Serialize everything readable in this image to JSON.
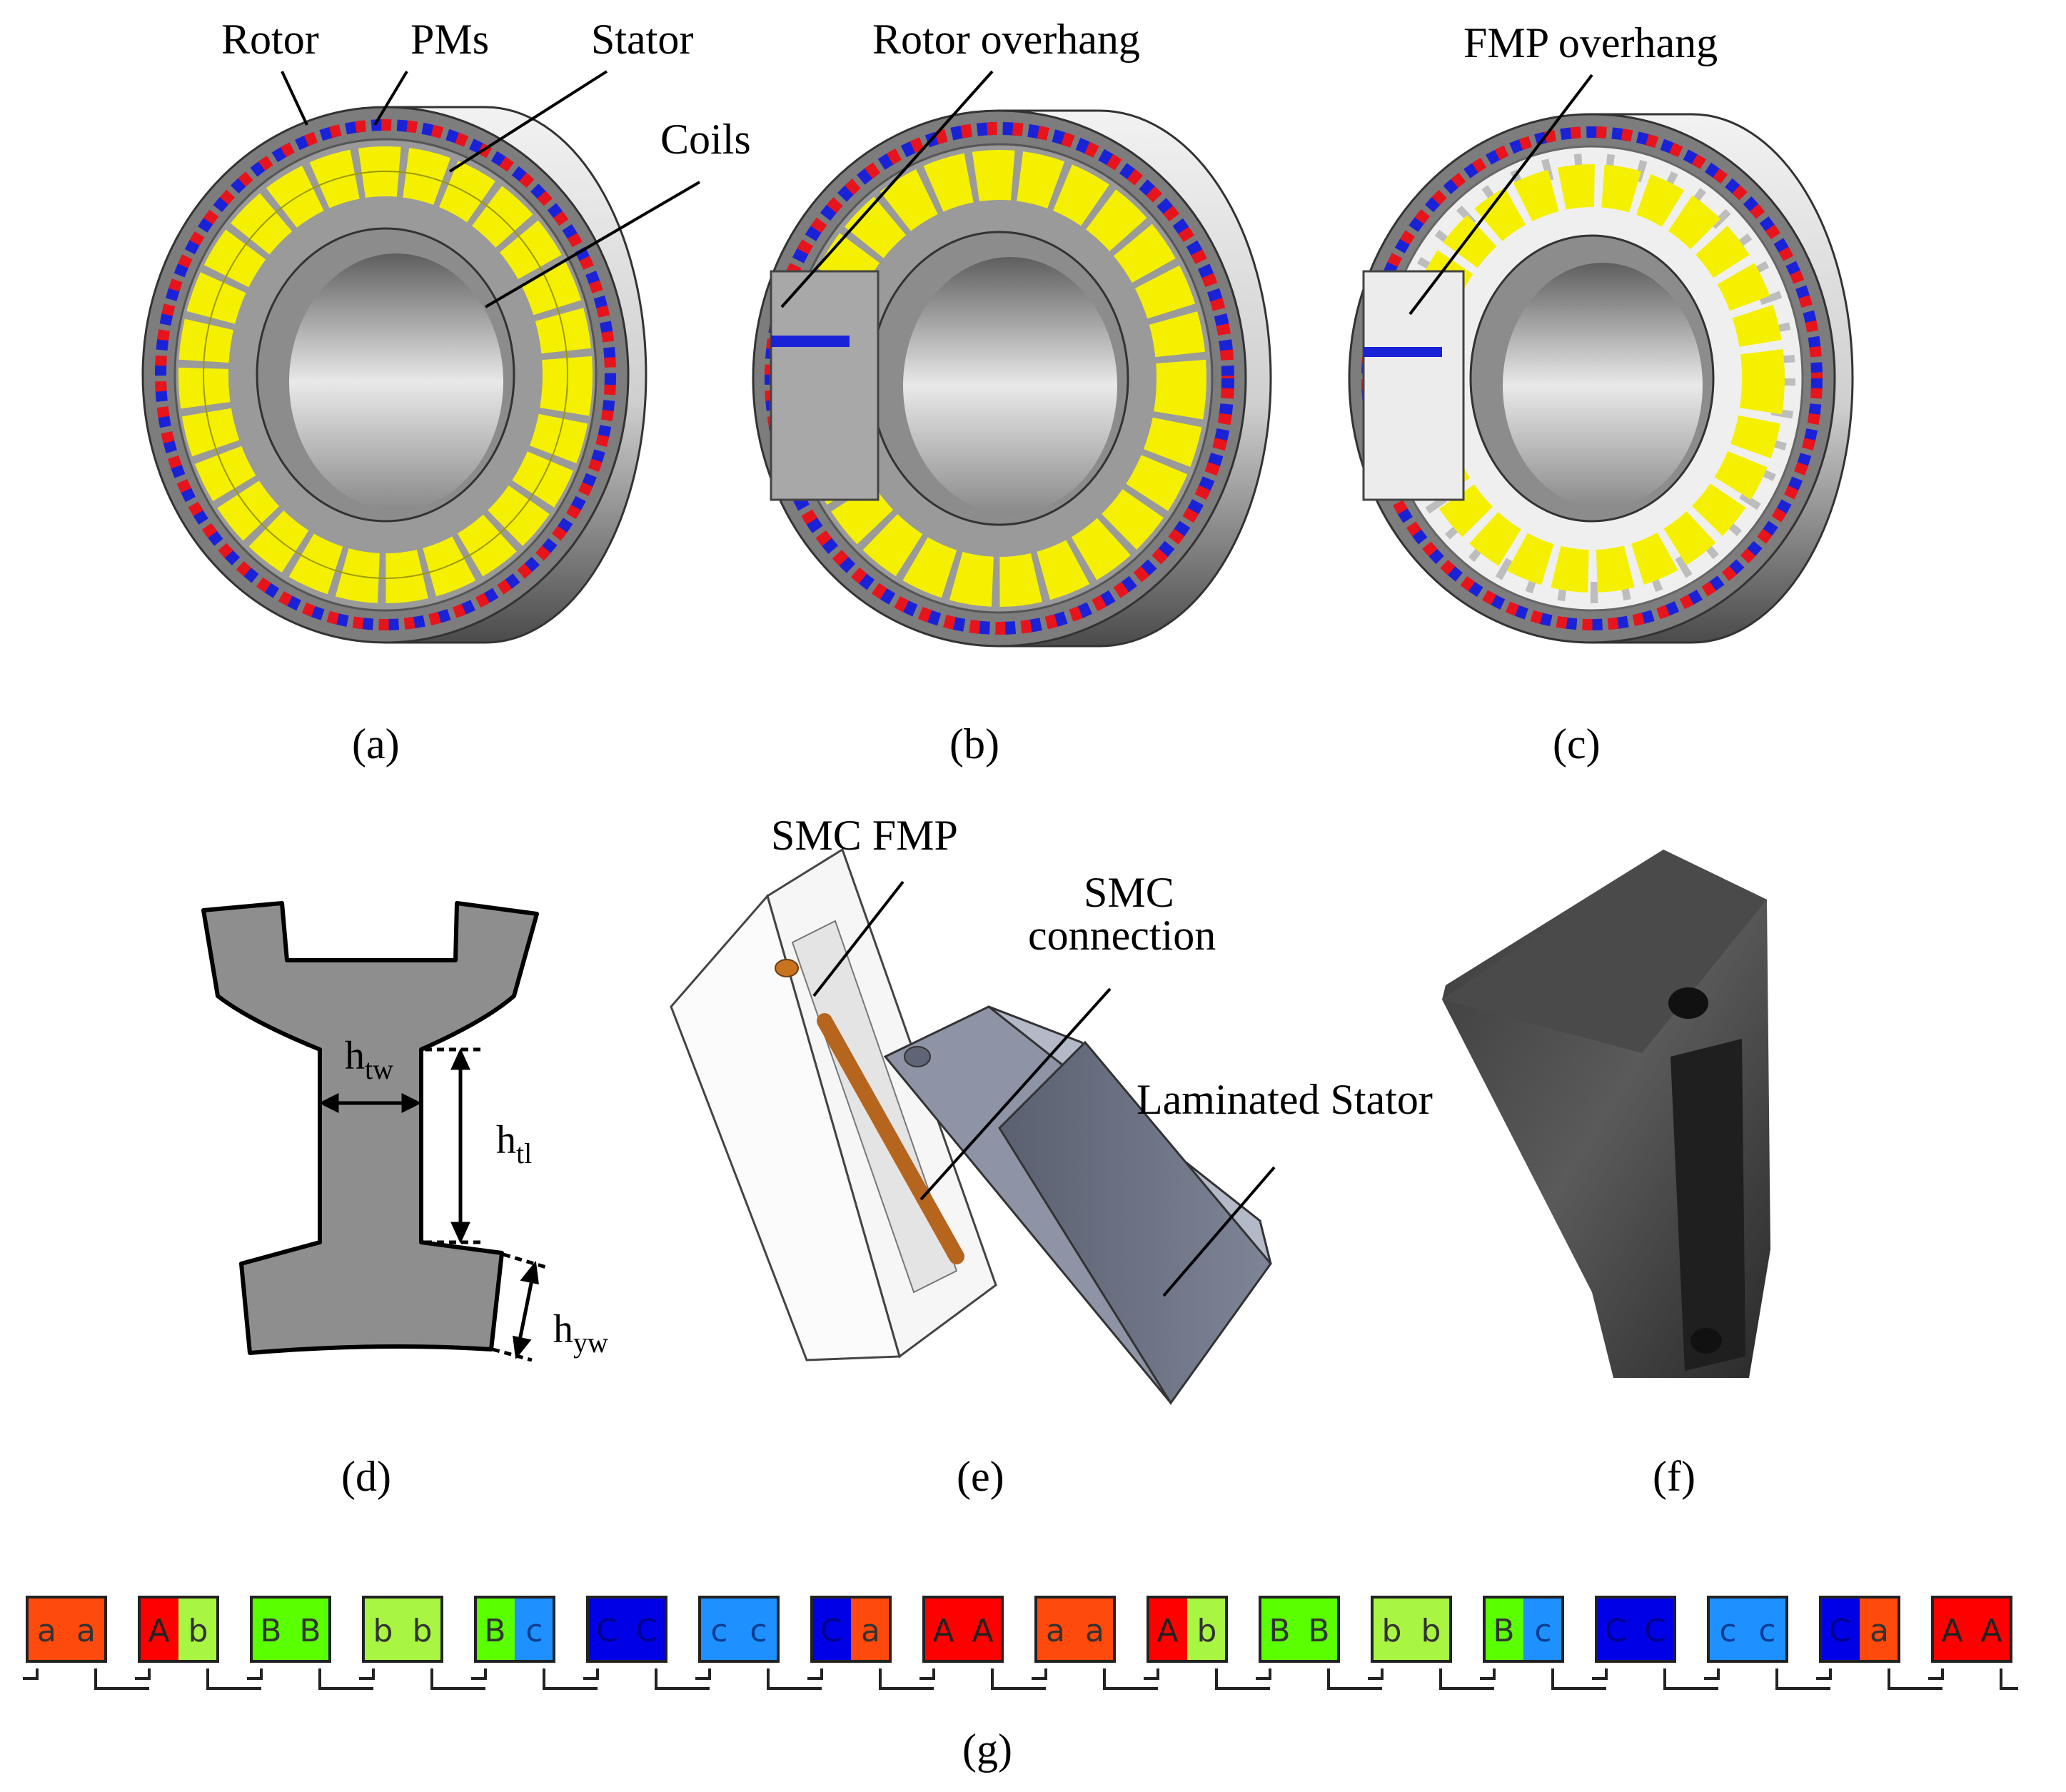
{
  "panels": {
    "a": {
      "caption": "(a)",
      "labels": {
        "rotor": "Rotor",
        "pms": "PMs",
        "stator": "Stator",
        "coils": "Coils"
      }
    },
    "b": {
      "caption": "(b)",
      "labels": {
        "rotor_overhang": "Rotor overhang"
      }
    },
    "c": {
      "caption": "(c)",
      "labels": {
        "fmp_overhang": "FMP overhang"
      }
    },
    "d": {
      "caption": "(d)",
      "labels": {
        "htw_main": "h",
        "htw_sub": "tw",
        "htl_main": "h",
        "htl_sub": "tl",
        "hyw_main": "h",
        "hyw_sub": "yw"
      }
    },
    "e": {
      "caption": "(e)",
      "labels": {
        "smc_fmp": "SMC FMP",
        "smc_connection_1": "SMC",
        "smc_connection_2": "connection",
        "laminated_stator": "Laminated Stator"
      }
    },
    "f": {
      "caption": "(f)"
    },
    "g": {
      "caption": "(g)"
    }
  },
  "winding": {
    "colors": {
      "A": "#ff0000",
      "a": "#ff4a0d",
      "B": "#5aff00",
      "b": "#a8f542",
      "C": "#0000e6",
      "c": "#1e90ff"
    },
    "slots": [
      {
        "left": "a",
        "right": "a"
      },
      {
        "left": "A",
        "right": "b"
      },
      {
        "left": "B",
        "right": "B"
      },
      {
        "left": "b",
        "right": "b"
      },
      {
        "left": "B",
        "right": "c"
      },
      {
        "left": "C",
        "right": "C"
      },
      {
        "left": "c",
        "right": "c"
      },
      {
        "left": "C",
        "right": "a"
      },
      {
        "left": "A",
        "right": "A"
      },
      {
        "left": "a",
        "right": "a"
      },
      {
        "left": "A",
        "right": "b"
      },
      {
        "left": "B",
        "right": "B"
      },
      {
        "left": "b",
        "right": "b"
      },
      {
        "left": "B",
        "right": "c"
      },
      {
        "left": "C",
        "right": "C"
      },
      {
        "left": "c",
        "right": "c"
      },
      {
        "left": "C",
        "right": "a"
      },
      {
        "left": "A",
        "right": "A"
      }
    ]
  },
  "colors": {
    "pm_red": "#e8141c",
    "pm_blue": "#1a22d8",
    "coil_yellow": "#f5f000",
    "steel_grey": "#8e8e8e",
    "smc_white": "#f4f4f4",
    "stator_blue_grey": "#737a8c",
    "connection_brown": "#b5651d"
  }
}
